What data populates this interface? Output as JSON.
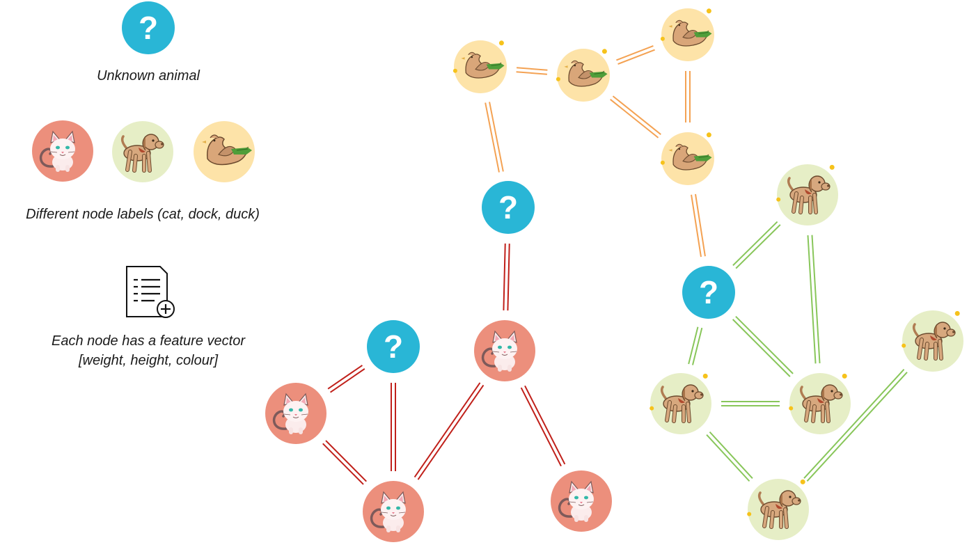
{
  "legend": {
    "unknown_caption": "Unknown animal",
    "labels_caption": "Different node labels (cat, dock, duck)",
    "feature_caption_line1": "Each node has a feature vector",
    "feature_caption_line2": "[weight, height, colour]",
    "unknown_glyph": "?",
    "icons": [
      "question-icon",
      "cat-icon",
      "dog-icon",
      "duck-icon",
      "document-add-icon"
    ]
  },
  "colors": {
    "unknown": "#29b6d6",
    "cat_bg": "#ec8f7c",
    "dog_bg": "#e6eec6",
    "duck_bg": "#fde3a8",
    "cat_edge": "#c0201a",
    "dog_edge": "#88c65a",
    "duck_edge": "#f4a253"
  },
  "graph": {
    "nodes": [
      {
        "id": "d1",
        "type": "duck"
      },
      {
        "id": "d2",
        "type": "duck"
      },
      {
        "id": "d3",
        "type": "duck"
      },
      {
        "id": "d4",
        "type": "duck"
      },
      {
        "id": "u1",
        "type": "unknown"
      },
      {
        "id": "u2",
        "type": "unknown"
      },
      {
        "id": "u3",
        "type": "unknown"
      },
      {
        "id": "c1",
        "type": "cat"
      },
      {
        "id": "c2",
        "type": "cat"
      },
      {
        "id": "c3",
        "type": "cat"
      },
      {
        "id": "c4",
        "type": "cat"
      },
      {
        "id": "g1",
        "type": "dog"
      },
      {
        "id": "g2",
        "type": "dog"
      },
      {
        "id": "g3",
        "type": "dog"
      },
      {
        "id": "g4",
        "type": "dog"
      },
      {
        "id": "g5",
        "type": "dog"
      }
    ],
    "edges": [
      {
        "from": "d1",
        "to": "d2",
        "kind": "duck"
      },
      {
        "from": "d2",
        "to": "d3",
        "kind": "duck"
      },
      {
        "from": "d3",
        "to": "d4",
        "kind": "duck"
      },
      {
        "from": "d2",
        "to": "d4",
        "kind": "duck"
      },
      {
        "from": "d1",
        "to": "u1",
        "kind": "duck"
      },
      {
        "from": "d4",
        "to": "u3",
        "kind": "duck"
      },
      {
        "from": "u1",
        "to": "c2",
        "kind": "cat"
      },
      {
        "from": "c1",
        "to": "u2",
        "kind": "cat"
      },
      {
        "from": "u2",
        "to": "c3",
        "kind": "cat"
      },
      {
        "from": "c1",
        "to": "c3",
        "kind": "cat"
      },
      {
        "from": "c2",
        "to": "c3",
        "kind": "cat"
      },
      {
        "from": "c2",
        "to": "c4",
        "kind": "cat"
      },
      {
        "from": "u3",
        "to": "g1",
        "kind": "dog"
      },
      {
        "from": "u3",
        "to": "g2",
        "kind": "dog"
      },
      {
        "from": "u3",
        "to": "g3",
        "kind": "dog"
      },
      {
        "from": "g1",
        "to": "g3",
        "kind": "dog"
      },
      {
        "from": "g2",
        "to": "g3",
        "kind": "dog"
      },
      {
        "from": "g2",
        "to": "g4",
        "kind": "dog"
      },
      {
        "from": "g4",
        "to": "g5",
        "kind": "dog"
      }
    ]
  }
}
